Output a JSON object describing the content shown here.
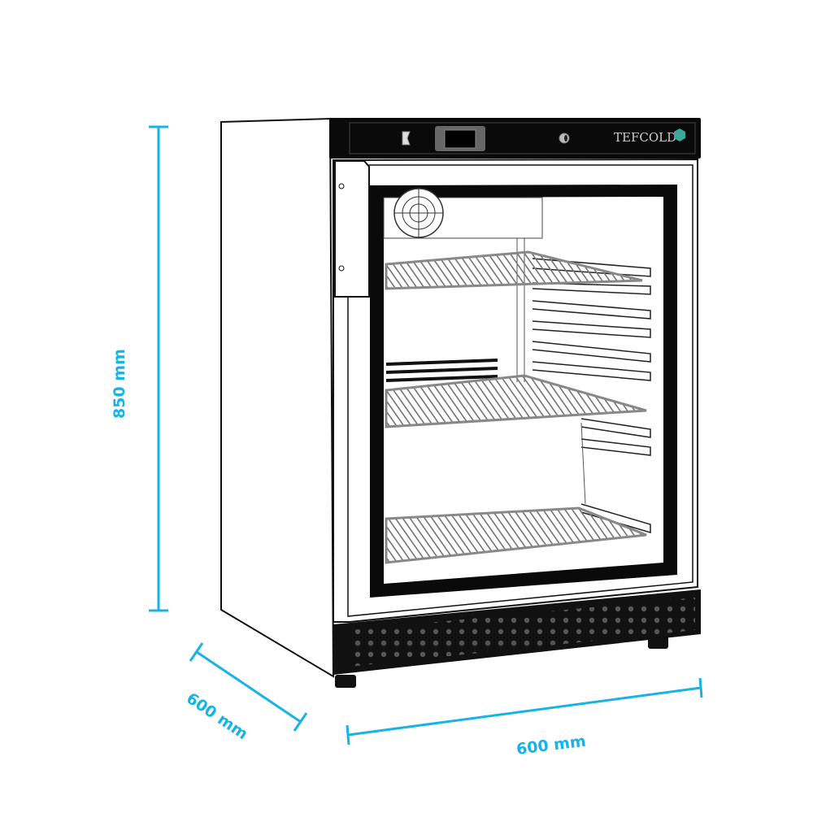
{
  "product": {
    "brand": "TEFCOLD",
    "type": "glass door undercounter fridge"
  },
  "dimensions": {
    "height_label": "850 mm",
    "depth_label": "600 mm",
    "width_label": "600 mm"
  },
  "colors": {
    "dimension_accent": "#16b4e6",
    "outline": "#111111",
    "logo_cube": "#3aa89a"
  }
}
